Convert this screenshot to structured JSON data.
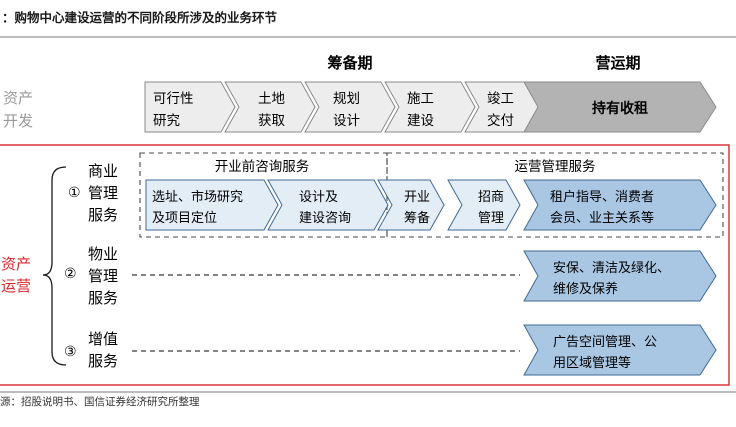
{
  "caption": "：购物中心建设运营的不同阶段所涉及的业务环节",
  "phases": {
    "preparation": "筹备期",
    "operation": "营运期"
  },
  "rows": {
    "development": {
      "label_l1": "资产",
      "label_l2": "开发"
    },
    "management": {
      "label_l1": "资产",
      "label_l2": "运营"
    }
  },
  "dev_steps": [
    {
      "l1": "可行性",
      "l2": "研究"
    },
    {
      "l1": "土地",
      "l2": "获取"
    },
    {
      "l1": "规划",
      "l2": "设计"
    },
    {
      "l1": "施工",
      "l2": "建设"
    },
    {
      "l1": "竣工",
      "l2": "交付"
    },
    {
      "l1": "持有收租",
      "l2": ""
    }
  ],
  "groups": {
    "pre_opening": "开业前咨询服务",
    "operation_mgmt": "运营管理服务"
  },
  "services": [
    {
      "num": "①",
      "name": [
        "商业",
        "管理",
        "服务"
      ]
    },
    {
      "num": "②",
      "name": [
        "物业",
        "管理",
        "服务"
      ]
    },
    {
      "num": "③",
      "name": [
        "增值",
        "服务"
      ]
    }
  ],
  "commercial_steps": [
    {
      "l1": "选址、市场研究",
      "l2": "及项目定位"
    },
    {
      "l1": "设计及",
      "l2": "建设咨询"
    },
    {
      "l1": "开业",
      "l2": "筹备"
    },
    {
      "l1": "招商",
      "l2": "管理"
    },
    {
      "l1": "租户指导、消费者",
      "l2": "会员、业主关系等"
    }
  ],
  "property_step": {
    "l1": "安保、清洁及绿化、",
    "l2": "维修及保养"
  },
  "value_added_step": {
    "l1": "广告空间管理、公",
    "l2": "用区域管理等"
  },
  "source": "源：招股说明书、国信证券经济研究所整理",
  "colors": {
    "grey_fill": "#ededed",
    "grey_stroke": "#8a8a8a",
    "dark_grey": "#b3b3b3",
    "blue_light": "#e3edf6",
    "blue_fill": "#a9c6e3",
    "blue_stroke": "#3f6a93",
    "red": "#d9262c",
    "rule": "#7a7a7a"
  }
}
